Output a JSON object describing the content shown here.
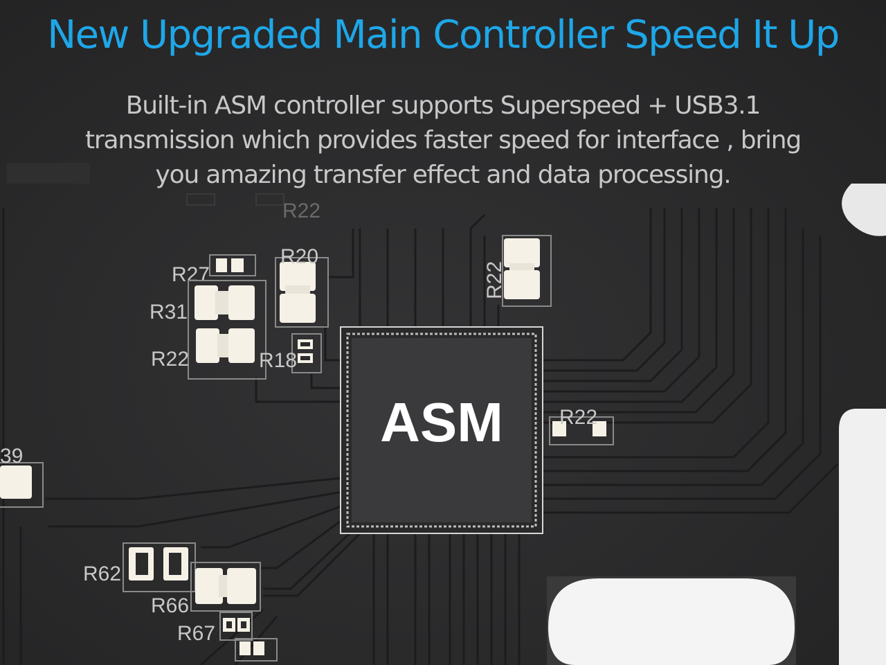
{
  "banner": {
    "title": "New Upgraded Main Controller Speed It Up",
    "description_lines": [
      "Built-in ASM controller supports Superspeed + USB3.1",
      "transmission which provides faster speed for interface , bring",
      "you amazing transfer effect and data processing."
    ]
  },
  "board": {
    "chip_label": "ASM",
    "silkscreen": {
      "r22_top": "R22",
      "r20": "R20",
      "r27": "R27",
      "r31": "R31",
      "r22_left": "R22",
      "r18": "R18",
      "r22_rotated": "R22",
      "r22_right": "R22",
      "r39": "39",
      "r62": "R62",
      "r66": "R66",
      "r67": "R67"
    }
  },
  "colors": {
    "title": "#1ea7e8",
    "description": "#c8c8c8",
    "board": "#2b2b2c",
    "traces": "#1e1e1f",
    "pads": "#f6f1e6",
    "chip": "#3a3a3c"
  }
}
